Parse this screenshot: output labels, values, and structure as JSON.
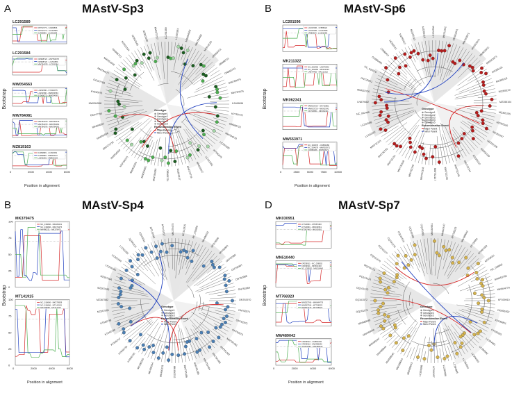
{
  "colors": {
    "major_parent": "#d62728",
    "minor_parent": "#1f3fbf",
    "genotype1": "#1b5e20",
    "genotype2": "#4caf50",
    "genotype3": "#a5d6a7",
    "sp6_genotype": "#b71c1c",
    "sp4_genotype": "#4a7fb5",
    "sp7_genotype": "#d4b24c"
  },
  "panels": [
    {
      "label": "A",
      "title": "MAstV-Sp3",
      "bootstrap_label": "Bootstrap",
      "position_label": "Position in alignment",
      "legend": {
        "genotype_title": "Genotype",
        "genotypes": [
          "Genotype1",
          "Genotype2",
          "Genotype3",
          "Genotype4",
          "Genotype5"
        ],
        "event_title": "Recombination Event",
        "events": [
          "Major Parent",
          "Minor Parent"
        ]
      },
      "insets": [
        {
          "id": "LC291589",
          "lines": [
            "KP793770 - KJ469896",
            "KP793770 - LC291589",
            "KJ469896 - LC291589"
          ]
        },
        {
          "id": "LC291584",
          "lines": [
            "OM998723 - MW784078",
            "OM998723 - LC291584",
            "MW784078 - LC291584"
          ]
        },
        {
          "id": "MW054563",
          "lines": [
            "LC291580 - KY940075",
            "LC291580 - MW054563",
            "KY940075 - MW054563"
          ]
        },
        {
          "id": "MW784081",
          "lines": [
            "MW784079 - MW784076",
            "MW784079 - MW784081",
            "MW784076 - MW784081"
          ]
        },
        {
          "id": "MZ819163",
          "lines": [
            "KJ469896 - LC291581",
            "KJ469896 - MZ819163",
            "LC291581 - MZ819163"
          ]
        }
      ],
      "x_ticks": [
        "0",
        "2000",
        "4000",
        "6000"
      ],
      "leaves": [
        "LC291589",
        "LC291584",
        "MW054563",
        "MW784081",
        "MZ819163",
        "OR868722",
        "OR868721",
        "OR868723",
        "MW784079",
        "MW784076",
        "KJ469896",
        "KP793770",
        "OM998723",
        "MW784078",
        "LC291580",
        "KY940075",
        "LC291581",
        "MN816947",
        "MW373716",
        "MZ819167",
        "OR868724",
        "MW784080",
        "MW054561",
        "MW054555",
        "MW784075",
        "MW054560",
        "MW373718",
        "MW054556",
        "MW054557",
        "OC047790",
        "MW054558",
        "KY940076",
        "OC047789",
        "MW784077",
        "MW054559",
        "OM998722",
        "MZ819164",
        "MZ819165",
        "MZ819166",
        "MW373717"
      ]
    },
    {
      "label": "B",
      "title": "MAstV-Sp6",
      "bootstrap_label": "Bootstrap",
      "position_label": "Position in alignment",
      "legend": {
        "genotype_title": "Genotype",
        "genotypes": [
          "Genotype1",
          "Genotype2",
          "Genotype3",
          "Genotype4",
          "Genotype5"
        ],
        "event_title": "Recombination Event",
        "events": [
          "Major Parent",
          "Minor Parent"
        ]
      },
      "insets": [
        {
          "id": "LC201596",
          "lines": [
            "LC201596 - LT886924",
            "LC201596 - LC201596",
            "LT886924 - LC201596"
          ]
        },
        {
          "id": "MK211322",
          "lines": [
            "NC_062466 - LN879482",
            "NC_062466 - MK211322",
            "LN879482 - MK211322"
          ]
        },
        {
          "id": "MK062341",
          "lines": [
            "MW633720 - ON725851",
            "MW633720 - MK062341",
            "ON725851 - MK062341"
          ]
        },
        {
          "id": "MW553971",
          "lines": [
            "NC_004579 - OX880486",
            "NC_004579 - MW553971",
            "OX880486 - MW553971"
          ]
        }
      ],
      "x_ticks": [
        "0",
        "2500",
        "5000",
        "7500",
        "10000"
      ],
      "leaves": [
        "LC201596",
        "MK211322",
        "MK062341",
        "MW553971",
        "MW553974",
        "MW553972",
        "MW553973",
        "MZ355101",
        "MZ355102",
        "MZ355103",
        "MZ355104",
        "MZ355105",
        "MZ355106",
        "MZ355107",
        "MZ355108",
        "MZ355109",
        "MZ355110",
        "MW732144",
        "MW732145",
        "MW732146",
        "MW732147",
        "MW732148",
        "MW732149",
        "MW732150",
        "MW732151",
        "MW732152",
        "MW732153",
        "LC201597",
        "LC201598",
        "NC_062466",
        "LN879482",
        "MW633720",
        "ON725851",
        "NC_004579",
        "OX880486",
        "LT886924",
        "MZ355111",
        "MZ355112",
        "MZ355113",
        "MZ355114"
      ]
    },
    {
      "label": "B",
      "title": "MAstV-Sp4",
      "bootstrap_label": "Bootstrap",
      "position_label": "Position in alignment",
      "legend": {
        "genotype_title": "Genotype",
        "genotypes": [
          "Genotype1",
          "Genotype2",
          "Genotype3"
        ],
        "event_title": "Recombination Event",
        "events": [
          "Major Parent",
          "Minor Parent"
        ]
      },
      "insets": [
        {
          "id": "MK379475",
          "lines": [
            "NC_018666 - MK480231",
            "NC_018666 - MK379475",
            "MK480231 - MK379475"
          ]
        },
        {
          "id": "MT141915",
          "lines": [
            "NC_018666 - MK378938",
            "NC_018666 - MT141915",
            "MK378938 - MT141915"
          ]
        }
      ],
      "x_ticks": [
        "0",
        "2000",
        "4000",
        "6000"
      ],
      "y_ticks": [
        "0",
        "25",
        "50",
        "75",
        "100"
      ],
      "leaves": [
        "MK379475",
        "MT141915",
        "NC_018666",
        "MK480231",
        "MK378938",
        "ON792966",
        "ON792965",
        "ON792967",
        "ON792968",
        "ON792969",
        "ON792970",
        "ON792971",
        "ON792972",
        "ON792973",
        "MW791481",
        "MW791482",
        "MW791483",
        "MW791484",
        "MW791485",
        "MW791486",
        "MK480232",
        "MK480233",
        "MK480234",
        "MK480235",
        "KT946735",
        "KT946736",
        "KT946737",
        "KT946738",
        "KT946739",
        "MZ367581",
        "MZ367582",
        "MZ367583",
        "MZ367584",
        "LC201595",
        "LC201594",
        "LC201593",
        "JQ340310",
        "JQ340311",
        "MT141916",
        "MT141917"
      ]
    },
    {
      "label": "D",
      "title": "MAstV-Sp7",
      "bootstrap_label": "Bootstrap",
      "position_label": "Position in alignment",
      "legend": {
        "genotype_title": "Genotype",
        "genotypes": [
          "Genotype1",
          "Genotype2",
          "Genotype3"
        ],
        "event_title": "Recombination Event",
        "events": [
          "Major Parent",
          "Minor Parent"
        ]
      },
      "insets": [
        {
          "id": "MK030951",
          "lines": [
            "AY720891 - MT087483",
            "AY720891 - MK030951",
            "MT087483 - MK030951"
          ]
        },
        {
          "id": "MN510440",
          "lines": [
            "KF039911 - NC_038502",
            "KF039911 - MN510440",
            "NC_038502 - MN510440"
          ]
        },
        {
          "id": "MT768323",
          "lines": [
            "MW553766 - MW844779",
            "MW553766 - MT768323",
            "MW844779 - MT768323"
          ]
        },
        {
          "id": "MW489042",
          "lines": [
            "KF039910 - OG891092",
            "KF039910 - MW489042",
            "OG891092 - MW489042"
          ]
        }
      ],
      "x_ticks": [
        "0",
        "2000",
        "4000",
        "6000"
      ],
      "leaves": [
        "MK030951",
        "MN510440",
        "MT768323",
        "MW489042",
        "AY720891",
        "MT087483",
        "KF039911",
        "NC_038502",
        "MW553766",
        "MW844779",
        "KF039910",
        "OG891092",
        "KP030951",
        "KY935001",
        "LC394991",
        "LC394992",
        "LC394993",
        "LC394994",
        "LC394995",
        "LC394996",
        "LC394997",
        "LC394998",
        "MW489043",
        "MW489044",
        "MW489045",
        "MW489046",
        "MW489047",
        "MW489048",
        "MW489049",
        "OQ161571",
        "OQ161572",
        "OQ161573",
        "OQ161574",
        "OQ161575",
        "OQ161576",
        "OQ161577",
        "OQ161578",
        "OQ161579",
        "OQ161580",
        "OQ161581"
      ]
    }
  ]
}
